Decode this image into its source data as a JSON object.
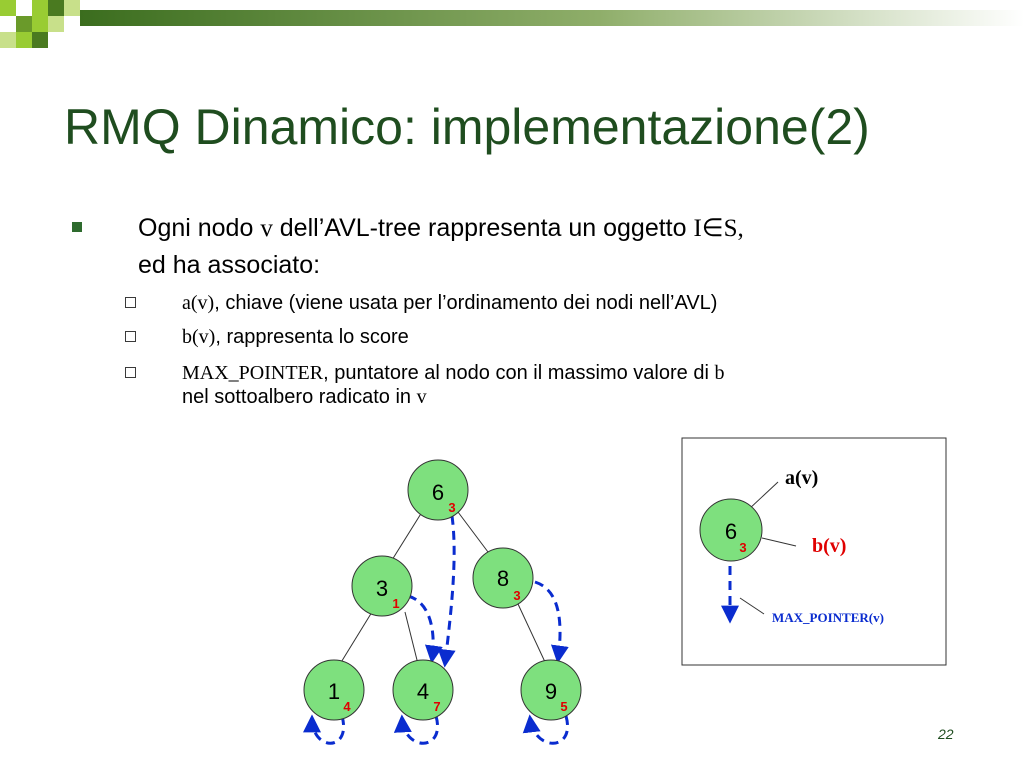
{
  "slide": {
    "title": "RMQ Dinamico: implementazione(2)",
    "page_number": "22"
  },
  "bullet": {
    "part1": "Ogni nodo ",
    "var_v": "v",
    "part2": " dell’AVL-tree rappresenta un oggetto ",
    "set_expr": "I∈S",
    "part3": ",",
    "line2": "ed ha associato:"
  },
  "subbullets": [
    {
      "code": "a(v)",
      "text": ", chiave (viene usata per l’ordinamento dei nodi nell’AVL)"
    },
    {
      "code": "b(v)",
      "text": ", rappresenta lo score"
    },
    {
      "code": "MAX_POINTER",
      "text": ", puntatore al nodo con il massimo valore di ",
      "var": "b",
      "line2": "nel sottoalbero radicato in ",
      "var2": "v"
    }
  ],
  "tree": {
    "nodes": [
      {
        "id": "n6",
        "key": "6",
        "score": "3"
      },
      {
        "id": "n3",
        "key": "3",
        "score": "1"
      },
      {
        "id": "n8",
        "key": "8",
        "score": "3"
      },
      {
        "id": "n1",
        "key": "1",
        "score": "4"
      },
      {
        "id": "n4",
        "key": "4",
        "score": "7"
      },
      {
        "id": "n9",
        "key": "9",
        "score": "5"
      }
    ]
  },
  "legend": {
    "node_key": "6",
    "node_score": "3",
    "label_a": "a(v)",
    "label_b": "b(v)",
    "label_max": "MAX_POINTER(v)"
  },
  "colors": {
    "node_fill": "#7ee07e",
    "score_red": "#e00000",
    "pointer_blue": "#0a2ccf",
    "title_green": "#1f4d1f"
  }
}
